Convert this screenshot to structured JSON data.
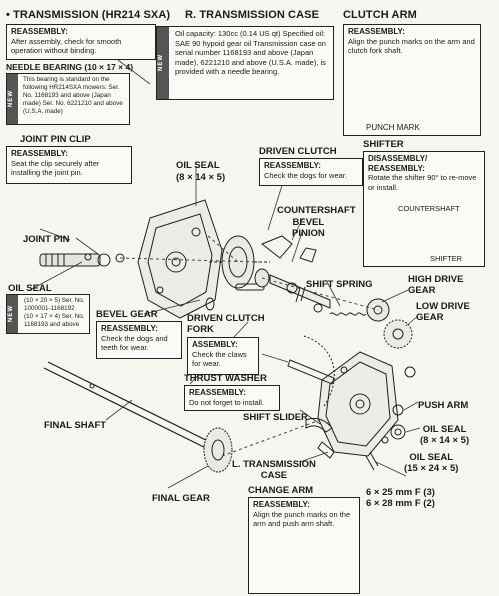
{
  "header": {
    "bullet": "•",
    "transmission_title": "TRANSMISSION (HR214  SXA)",
    "r_case_title": "R. TRANSMISSION CASE",
    "clutch_arm_title": "CLUTCH ARM"
  },
  "reassembly_top": {
    "title": "REASSEMBLY:",
    "text": "After assembly, check for smooth operation without binding."
  },
  "needle_bearing": {
    "title": "NEEDLE BEARING (10 × 17 × 4)",
    "tag": "NEW",
    "text": "This bearing is standard on the following HR214SXA mowers: Ser. No. 1168193 and above (Japan made) Ser. No. 6221210 and above (U.S.A. made)"
  },
  "r_case_box": {
    "tag": "NEW",
    "text": "Oil capacity: 130cc (0.14 US qt) Specified oil: SAE 90 hypoid gear oil Transmission case on serial number 1168193 and above (Japan made), 6221210 and above (U.S.A. made), is provided with a needle bearing."
  },
  "clutch_arm_box": {
    "title": "REASSEMBLY:",
    "text": "Align the punch marks on the arm and clutch fork shaft.",
    "punch_mark": "PUNCH MARK"
  },
  "joint_pin_clip": {
    "title": "JOINT PIN CLIP",
    "box_title": "REASSEMBLY:",
    "box_text": "Seat the clip securely after installing the joint pin."
  },
  "labels": {
    "oil_seal_8145": "OIL SEAL\n(8 × 14 × 5)",
    "driven_clutch": "DRIVEN CLUTCH",
    "shifter": "SHIFTER",
    "countershaft": "COUNTERSHAFT",
    "bevel_pinion": "BEVEL\nPINION",
    "joint_pin": "JOINT PIN",
    "shift_spring": "SHIFT SPRING",
    "high_drive_gear": "HIGH DRIVE\nGEAR",
    "low_drive_gear": "LOW DRIVE\nGEAR",
    "oil_seal_left": "OIL SEAL",
    "bevel_gear": "BEVEL GEAR",
    "driven_clutch_fork": "DRIVEN CLUTCH\nFORK",
    "thrust_washer": "THRUST WASHER",
    "push_arm": "PUSH ARM",
    "final_shaft": "FINAL SHAFT",
    "shift_slider": "SHIFT SLIDER",
    "oil_seal_8145_b": "OIL SEAL\n(8 × 14 × 5)",
    "oil_seal_15245": "OIL SEAL\n(15 × 24 × 5)",
    "l_case": "L. TRANSMISSION\nCASE",
    "change_arm": "CHANGE ARM",
    "final_gear": "FINAL GEAR",
    "bolts": "6 × 25 mm F (3)\n6 × 28 mm F (2)"
  },
  "driven_clutch_box": {
    "title": "REASSEMBLY:",
    "text": "Check the dogs for wear."
  },
  "shifter_box": {
    "title": "DISASSEMBLY/\nREASSEMBLY:",
    "text": "Rotate the shifter 90° to re-move or install.",
    "countershaft": "COUNTERSHAFT",
    "shifter": "SHIFTER"
  },
  "oil_seal_left_box": {
    "tag": "NEW",
    "text": "(10 × 20 × 5) Ser. No. 1000001-1168192 (10 × 17 × 4) Ser. No. 1168193 and above"
  },
  "bevel_gear_box": {
    "title": "REASSEMBLY:",
    "text": "Check the dogs and teeth for wear."
  },
  "fork_box": {
    "title": "ASSEMBLY:",
    "text": "Check the claws for wear."
  },
  "thrust_washer_box": {
    "title": "REASSEMBLY:",
    "text": "Do not forget to install."
  },
  "change_arm_box": {
    "title": "REASSEMBLY:",
    "text": "Align the punch marks on the arm and push arm shaft."
  }
}
